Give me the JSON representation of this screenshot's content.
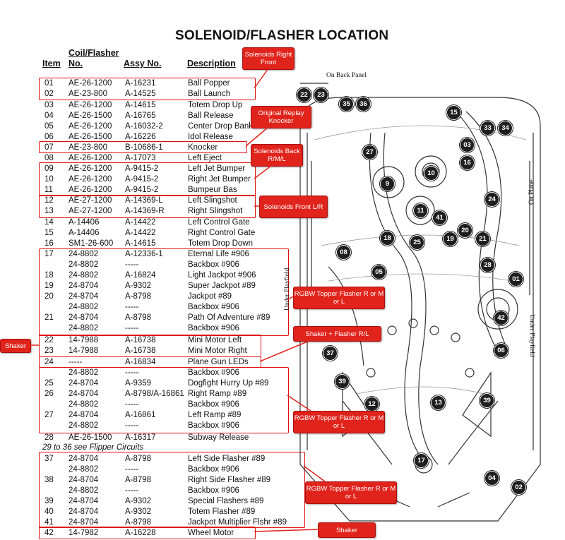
{
  "title": "SOLENOID/FLASHER LOCATION",
  "headers": {
    "item": "Item",
    "coil_line1": "Coil/Flasher",
    "coil_line2": "No.",
    "assy": "Assy No.",
    "desc": "Description"
  },
  "rows": [
    {
      "item": "01",
      "coil": "AE-26-1200",
      "assy": "A-16231",
      "desc": "Ball Popper"
    },
    {
      "item": "02",
      "coil": "AE-23-800",
      "assy": "A-14525",
      "desc": "Ball Launch"
    },
    {
      "item": "03",
      "coil": "AE-26-1200",
      "assy": "A-14615",
      "desc": "Totem Drop Up"
    },
    {
      "item": "04",
      "coil": "AE-26-1500",
      "assy": "A-16765",
      "desc": "Ball Release"
    },
    {
      "item": "05",
      "coil": "AE-26-1200",
      "assy": "A-16032-2",
      "desc": "Center Drop Bank"
    },
    {
      "item": "06",
      "coil": "AE-26-1500",
      "assy": "A-16226",
      "desc": "Idol Release"
    },
    {
      "item": "07",
      "coil": "AE-23-800",
      "assy": "B-10686-1",
      "desc": "Knocker"
    },
    {
      "item": "08",
      "coil": "AE-26-1200",
      "assy": "A-17073",
      "desc": "Left Eject"
    },
    {
      "item": "09",
      "coil": "AE-26-1200",
      "assy": "A-9415-2",
      "desc": "Left Jet Bumper"
    },
    {
      "item": "10",
      "coil": "AE-26-1200",
      "assy": "A-9415-2",
      "desc": "Right Jet Bumper"
    },
    {
      "item": "11",
      "coil": "AE-26-1200",
      "assy": "A-9415-2",
      "desc": "Bumpeur Bas"
    },
    {
      "item": "12",
      "coil": "AE-27-1200",
      "assy": "A-14369-L",
      "desc": "Left Slingshot"
    },
    {
      "item": "13",
      "coil": "AE-27-1200",
      "assy": "A-14369-R",
      "desc": "Right Slingshot"
    },
    {
      "item": "14",
      "coil": "A-14406",
      "assy": "A-14422",
      "desc": "Left Control Gate"
    },
    {
      "item": "15",
      "coil": "A-14406",
      "assy": "A-14422",
      "desc": "Right Control Gate"
    },
    {
      "item": "16",
      "coil": "SM1-26-600",
      "assy": "A-14615",
      "desc": "Totem Drop Down"
    },
    {
      "item": "17",
      "coil": "24-8802",
      "assy": "A-12336-1",
      "desc": "Eternal Life  #906"
    },
    {
      "item": "",
      "coil": "24-8802",
      "assy": "-----",
      "desc": "Backbox  #906"
    },
    {
      "item": "18",
      "coil": "24-8802",
      "assy": "A-16824",
      "desc": "Light Jackpot  #906"
    },
    {
      "item": "19",
      "coil": "24-8704",
      "assy": "A-9302",
      "desc": "Super Jackpot  #89"
    },
    {
      "item": "20",
      "coil": "24-8704",
      "assy": "A-8798",
      "desc": "Jackpot  #89"
    },
    {
      "item": "",
      "coil": "24-8802",
      "assy": "-----",
      "desc": "Backbox  #906"
    },
    {
      "item": "21",
      "coil": "24-8704",
      "assy": "A-8798",
      "desc": "Path Of Adventure  #89"
    },
    {
      "item": "",
      "coil": "24-8802",
      "assy": "-----",
      "desc": "Backbox  #906"
    },
    {
      "item": "22",
      "coil": "14-7988",
      "assy": "A-16738",
      "desc": "Mini Motor Left"
    },
    {
      "item": "23",
      "coil": "14-7988",
      "assy": "A-16738",
      "desc": "Mini Motor Right"
    },
    {
      "item": "24",
      "coil": "-----",
      "assy": "A-16834",
      "desc": "Plane Gun LEDs"
    },
    {
      "item": "",
      "coil": "24-8802",
      "assy": "-----",
      "desc": "Backbox  #906"
    },
    {
      "item": "25",
      "coil": "24-8704",
      "assy": "A-9359",
      "desc": "Dogfight Hurry Up  #89"
    },
    {
      "item": "26",
      "coil": "24-8704",
      "assy": "A-8798/A-16861",
      "desc": "Right Ramp  #89"
    },
    {
      "item": "",
      "coil": "24-8802",
      "assy": "-----",
      "desc": "Backbox  #906"
    },
    {
      "item": "27",
      "coil": "24-8704",
      "assy": "A-16861",
      "desc": "Left Ramp  #89"
    },
    {
      "item": "",
      "coil": "24-8802",
      "assy": "-----",
      "desc": "Backbox #906"
    },
    {
      "item": "28",
      "coil": "AE-26-1500",
      "assy": "A-16317",
      "desc": "Subway Release"
    },
    {
      "item": "37",
      "coil": "24-8704",
      "assy": "A-8798",
      "desc": "Left Side Flasher  #89"
    },
    {
      "item": "",
      "coil": "24-8802",
      "assy": "-----",
      "desc": "Backbox  #906"
    },
    {
      "item": "38",
      "coil": "24-8704",
      "assy": "A-8798",
      "desc": "Right Side Flasher  #89"
    },
    {
      "item": "",
      "coil": "24-8802",
      "assy": "-----",
      "desc": "Backbox  #906"
    },
    {
      "item": "39",
      "coil": "24-8704",
      "assy": "A-9302",
      "desc": "Special Flashers  #89"
    },
    {
      "item": "40",
      "coil": "24-8704",
      "assy": "A-9302",
      "desc": "Totem Flasher  #89"
    },
    {
      "item": "41",
      "coil": "24-8704",
      "assy": "A-8798",
      "desc": "Jackpot Multiplier Flshr  #89"
    },
    {
      "item": "42",
      "coil": "14-7982",
      "assy": "A-16228",
      "desc": "Wheel Motor"
    }
  ],
  "note": "29 to 36 see Flipper Circuits",
  "callouts": {
    "solenoids_right_front": "Solenoids Right Front",
    "original_replay_knocker": "Original Replay Knocker",
    "solenoids_back": "Solenoids Back R/M/L",
    "solenoids_front": "Solenoids Front L/R",
    "rgbw_1": "RGBW Topper Flasher R or M or L",
    "shaker_left": "Shaker",
    "shaker_flasher": "Shaker + Flasher R/L",
    "rgbw_2": "RGBW Topper Flasher R or M or L",
    "rgbw_3": "RGBW Topper Flasher R or M or L",
    "shaker_bottom": "Shaker"
  },
  "board": {
    "on_back_panel": "On Back Panel",
    "on_plane": "On Plane",
    "under_playfield_right": "Under Playfield",
    "under_playfield_left": "Under Playfield",
    "markers": [
      "22",
      "23",
      "35",
      "36",
      "15",
      "33",
      "34",
      "03",
      "16",
      "27",
      "10",
      "9",
      "24",
      "11",
      "41",
      "20",
      "21",
      "18",
      "25",
      "19",
      "08",
      "05",
      "28",
      "01",
      "42",
      "06",
      "37",
      "39",
      "12",
      "13",
      "39",
      "17",
      "04",
      "02"
    ]
  },
  "colors": {
    "accent": "#e0231b",
    "marker": "#1e1e1e"
  }
}
